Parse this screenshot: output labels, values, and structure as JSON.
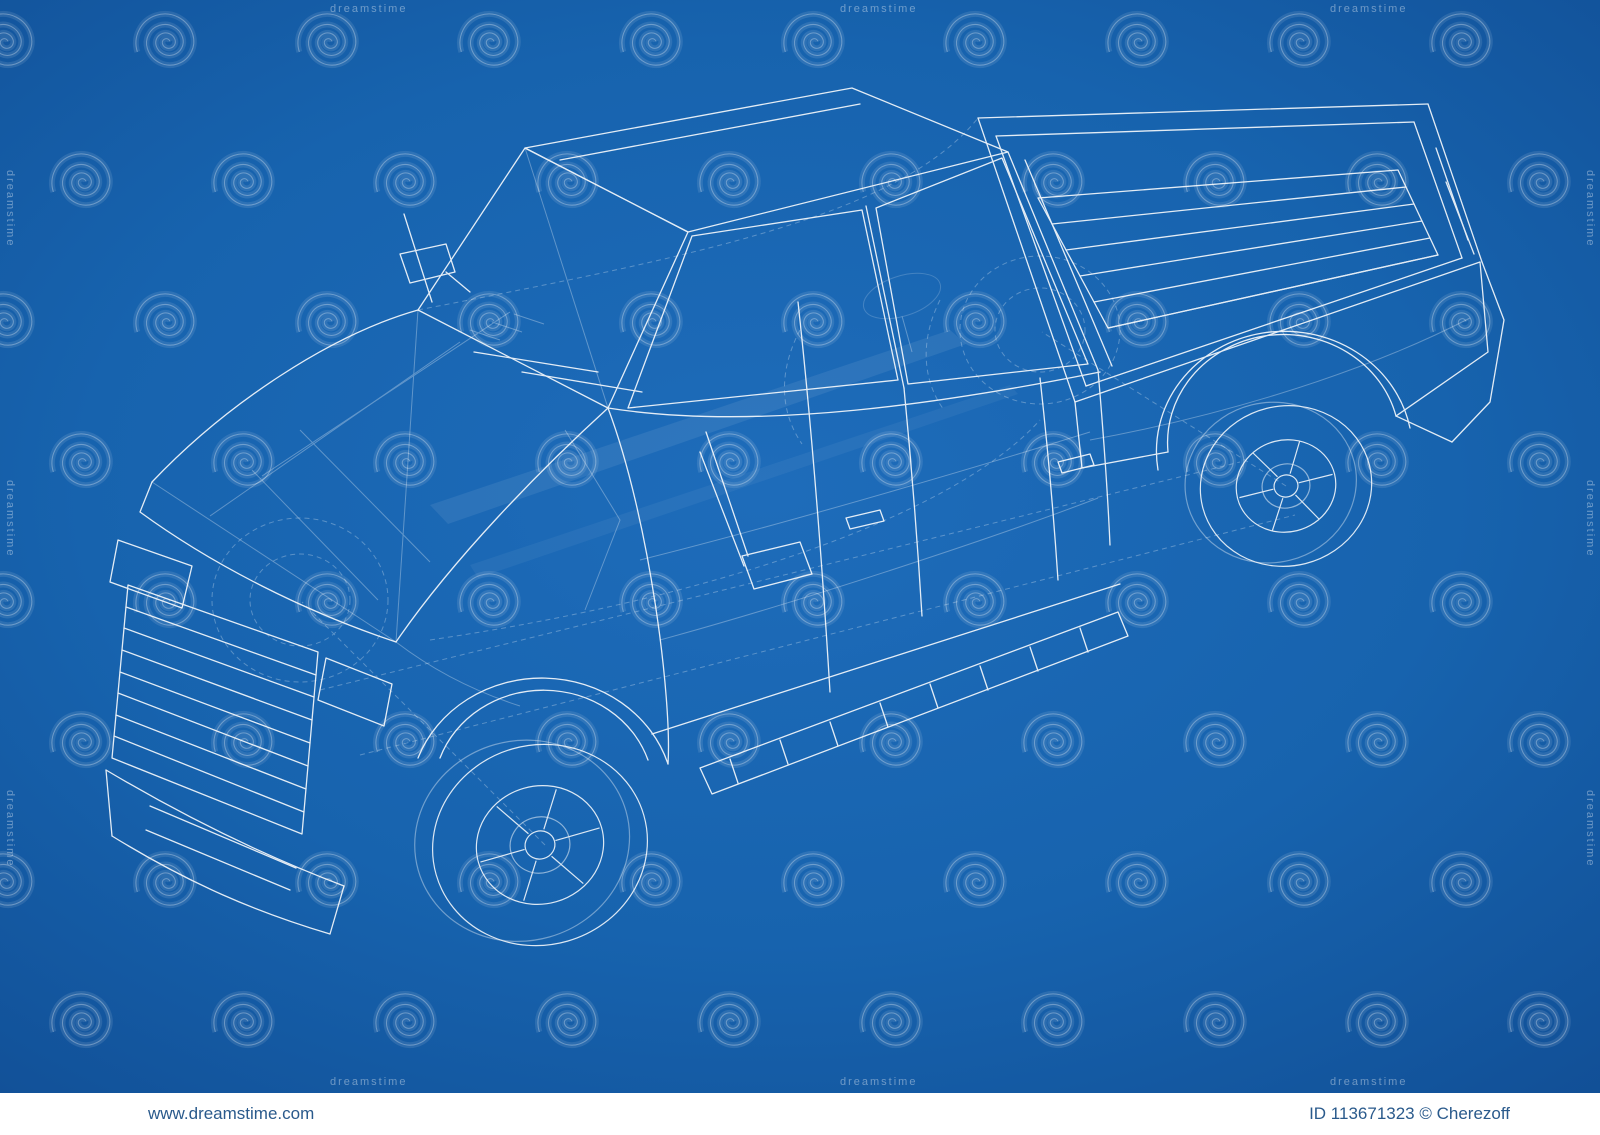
{
  "colors": {
    "background": "#1763ae",
    "background_light": "#1e6cba",
    "background_dark": "#114f96",
    "wireframe": "#ffffff",
    "footer_background": "#ffffff",
    "footer_text": "#2a5a8c"
  },
  "watermark": {
    "brand": "dreamstime",
    "edge_text": "dreamstime"
  },
  "footer": {
    "website": "www.dreamstime.com",
    "credit": "ID 113671323 © Cherezoff"
  }
}
